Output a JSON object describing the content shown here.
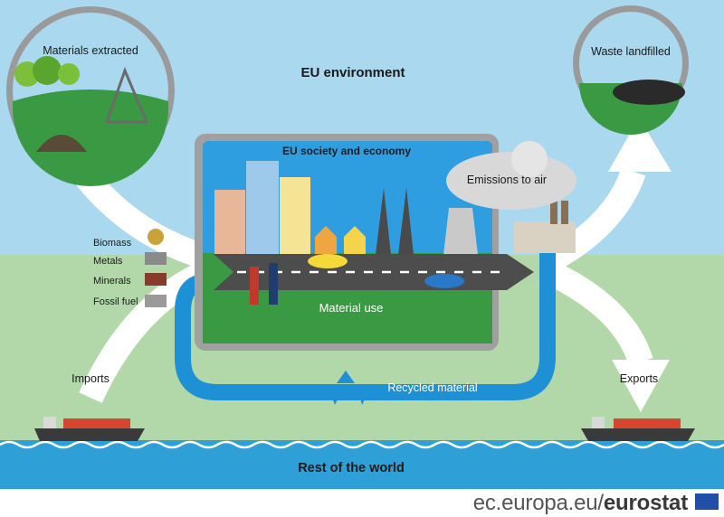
{
  "environment_title": "EU environment",
  "society_title": "EU society and economy",
  "materials_extracted": "Materials extracted",
  "waste_landfilled": "Waste landfilled",
  "emissions_to_air": "Emissions to air",
  "material_use": "Material use",
  "recycled_material": "Recycled material",
  "imports": "Imports",
  "exports": "Exports",
  "rest_of_world": "Rest of the world",
  "material_types": [
    "Biomass",
    "Metals",
    "Minerals",
    "Fossil fuel"
  ],
  "footer": {
    "prefix": "ec.europa.eu/",
    "brand": "eurostat"
  },
  "colors": {
    "sky": "#a9d8ef",
    "land": "#b2d8a9",
    "sea": "#2f9fd8",
    "arrow": "#ffffff",
    "recycle_arrow": "#1e90d6",
    "road": "#4d4d4d"
  }
}
